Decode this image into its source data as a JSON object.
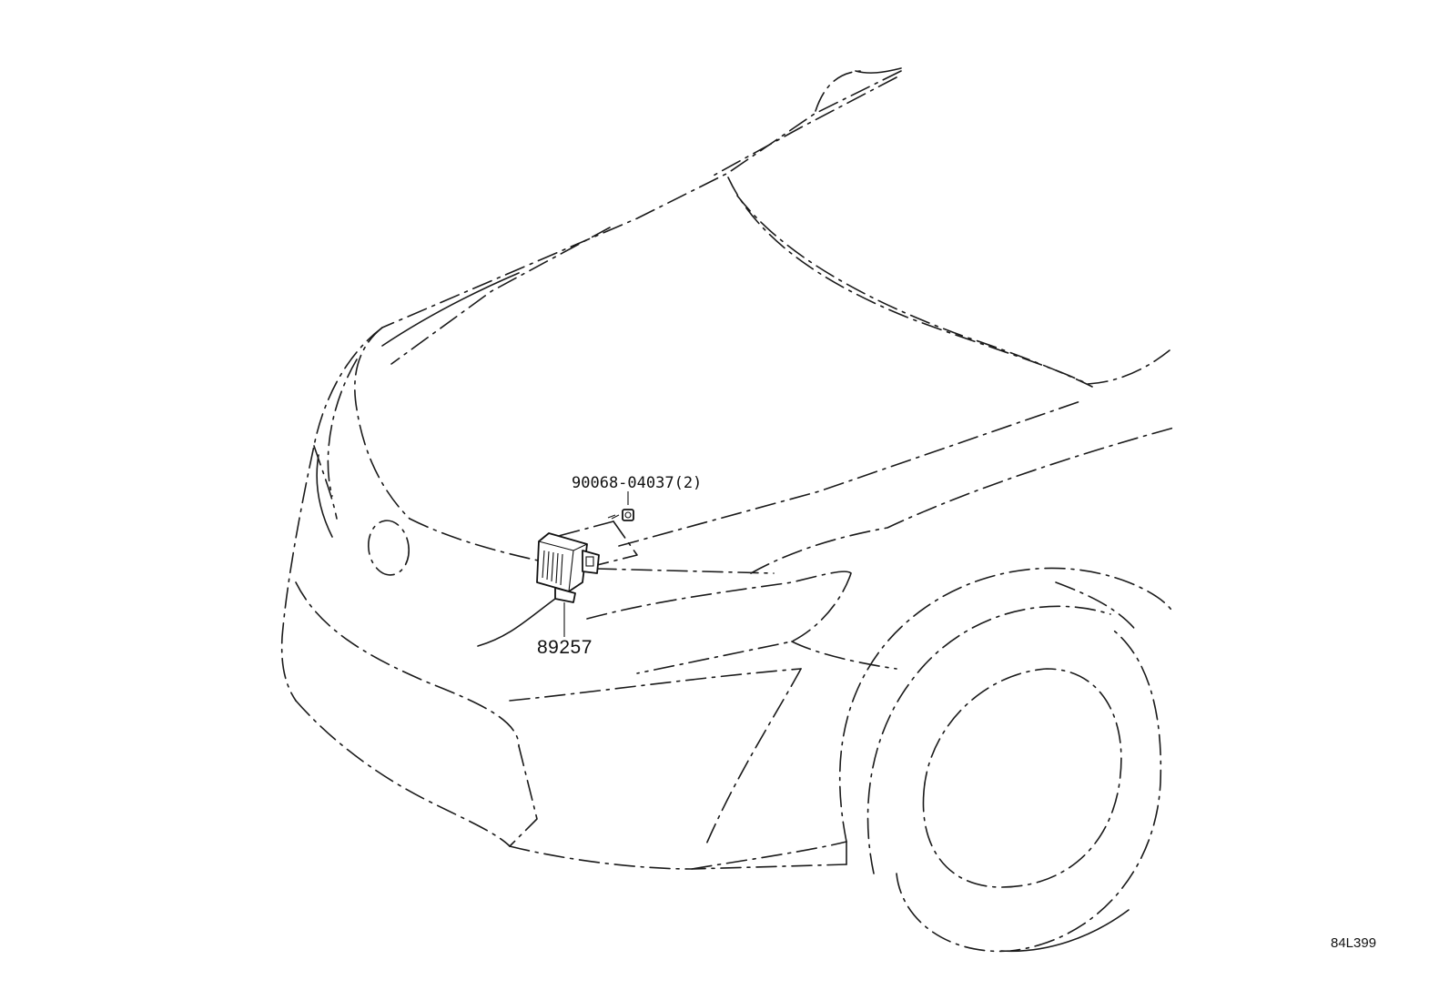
{
  "parts": {
    "bolt": {
      "part_number": "90068-04037(2)"
    },
    "sensor": {
      "part_number": "89257"
    }
  },
  "figure": {
    "code": "84L399"
  }
}
